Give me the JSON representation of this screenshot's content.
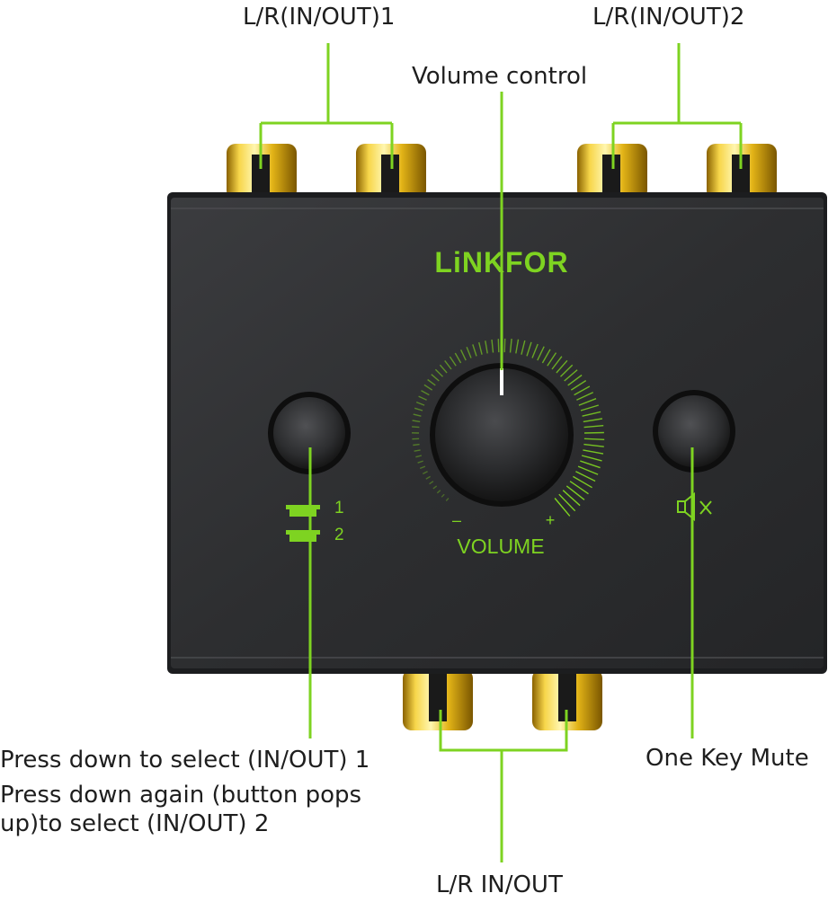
{
  "callouts": {
    "top_left_ports": "L/R(IN/OUT)1",
    "top_right_ports": "L/R(IN/OUT)2",
    "volume_control": "Volume control",
    "select_line_1": "Press down to select (IN/OUT) 1",
    "select_line_2a": "Press down again (button pops",
    "select_line_2b": "up)to select (IN/OUT) 2",
    "mute": "One Key Mute",
    "bottom_ports": "L/R IN/OUT"
  },
  "device": {
    "brand": "LiNKFOR",
    "volume_label": "VOLUME",
    "volume_minus": "–",
    "volume_plus": "+",
    "select_label_1": "1",
    "select_label_2": "2",
    "mute_icon": "speaker-muted-icon"
  },
  "colors": {
    "accent_green": "#7ed321",
    "body_dark": "#2a2b2d",
    "gold": "#e6b800"
  }
}
